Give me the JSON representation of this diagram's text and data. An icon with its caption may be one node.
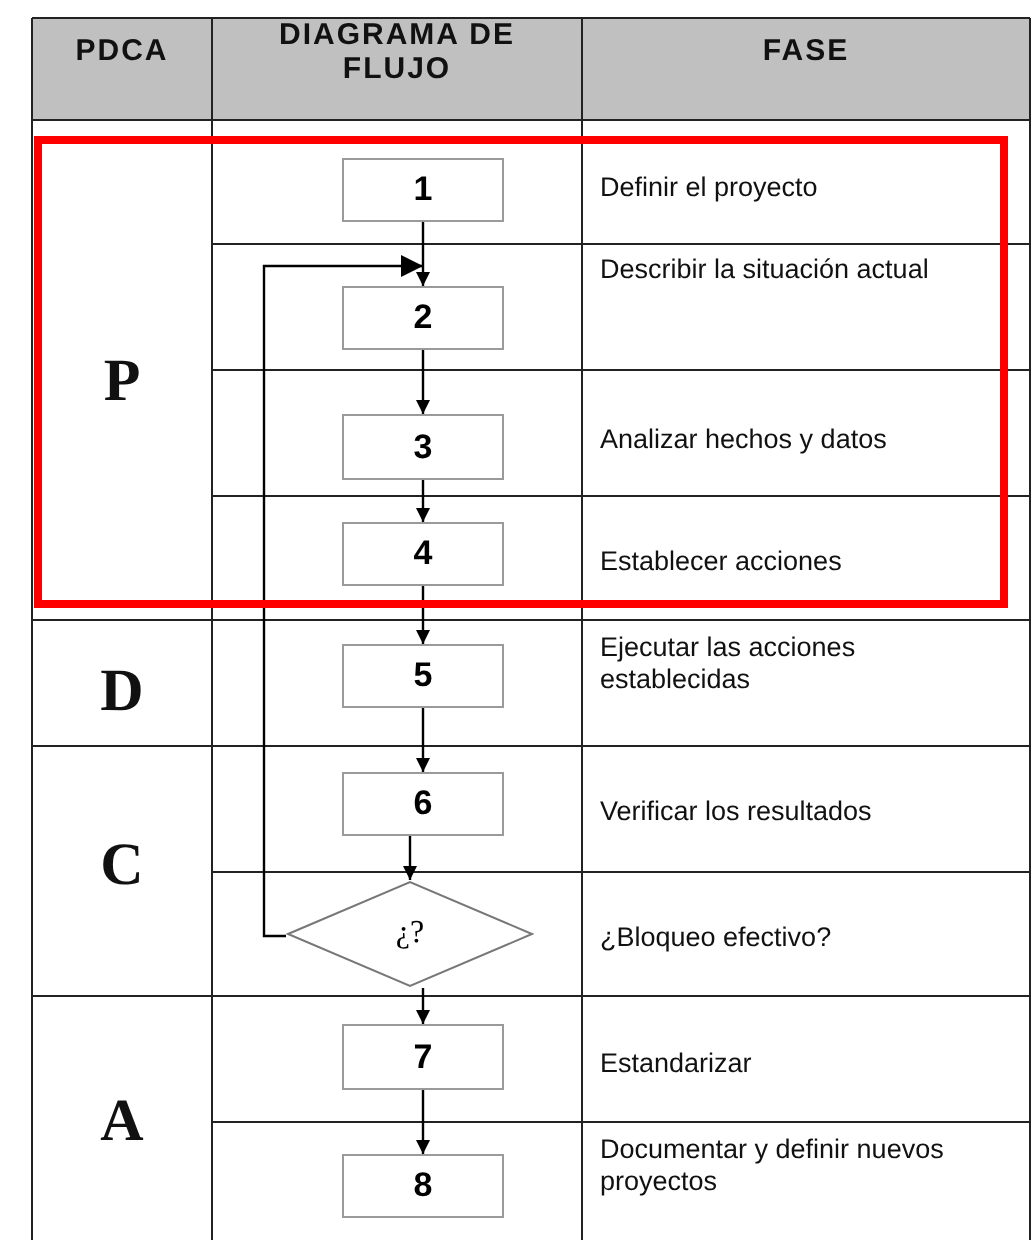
{
  "diagram": {
    "nodes": [
      {
        "text": [
          "1"
        ]
      },
      {
        "text": [
          "2"
        ]
      },
      {
        "text": [
          "3"
        ]
      },
      {
        "text": [
          "4"
        ]
      },
      {
        "text": [
          "5"
        ]
      },
      {
        "text": [
          "6"
        ]
      },
      {
        "text": [
          "¿?"
        ]
      },
      {
        "text": [
          "7"
        ]
      },
      {
        "text": [
          "8"
        ]
      }
    ],
    "edges": [
      {
        "from": 0,
        "to": 1,
        "arrow": "to"
      },
      {
        "from": 1,
        "to": 2,
        "arrow": "to"
      },
      {
        "from": 2,
        "to": 3,
        "arrow": "to"
      },
      {
        "from": 3,
        "to": 4,
        "arrow": "to"
      },
      {
        "from": 4,
        "to": 5,
        "arrow": "to"
      },
      {
        "from": 5,
        "to": 6,
        "arrow": "to"
      },
      {
        "from": 6,
        "to": 7,
        "arrow": "to"
      },
      {
        "from": 7,
        "to": 8,
        "arrow": "to"
      },
      {
        "from": 6,
        "to": 1,
        "arrow": "to"
      }
    ],
    "labels": [
      "PDCA",
      "DIAGRAMA DE FLUJO",
      "FASE",
      "P",
      "Definir el proyecto",
      "Describir la situación actual",
      "Analizar hechos y datos",
      "Establecer acciones",
      "D",
      "Ejecutar las acciones establecidas",
      "C",
      "Verificar los resultados",
      "¿Bloqueo efectivo?",
      "A",
      "Estandarizar",
      "Documentar y definir nuevos proyectos"
    ]
  }
}
